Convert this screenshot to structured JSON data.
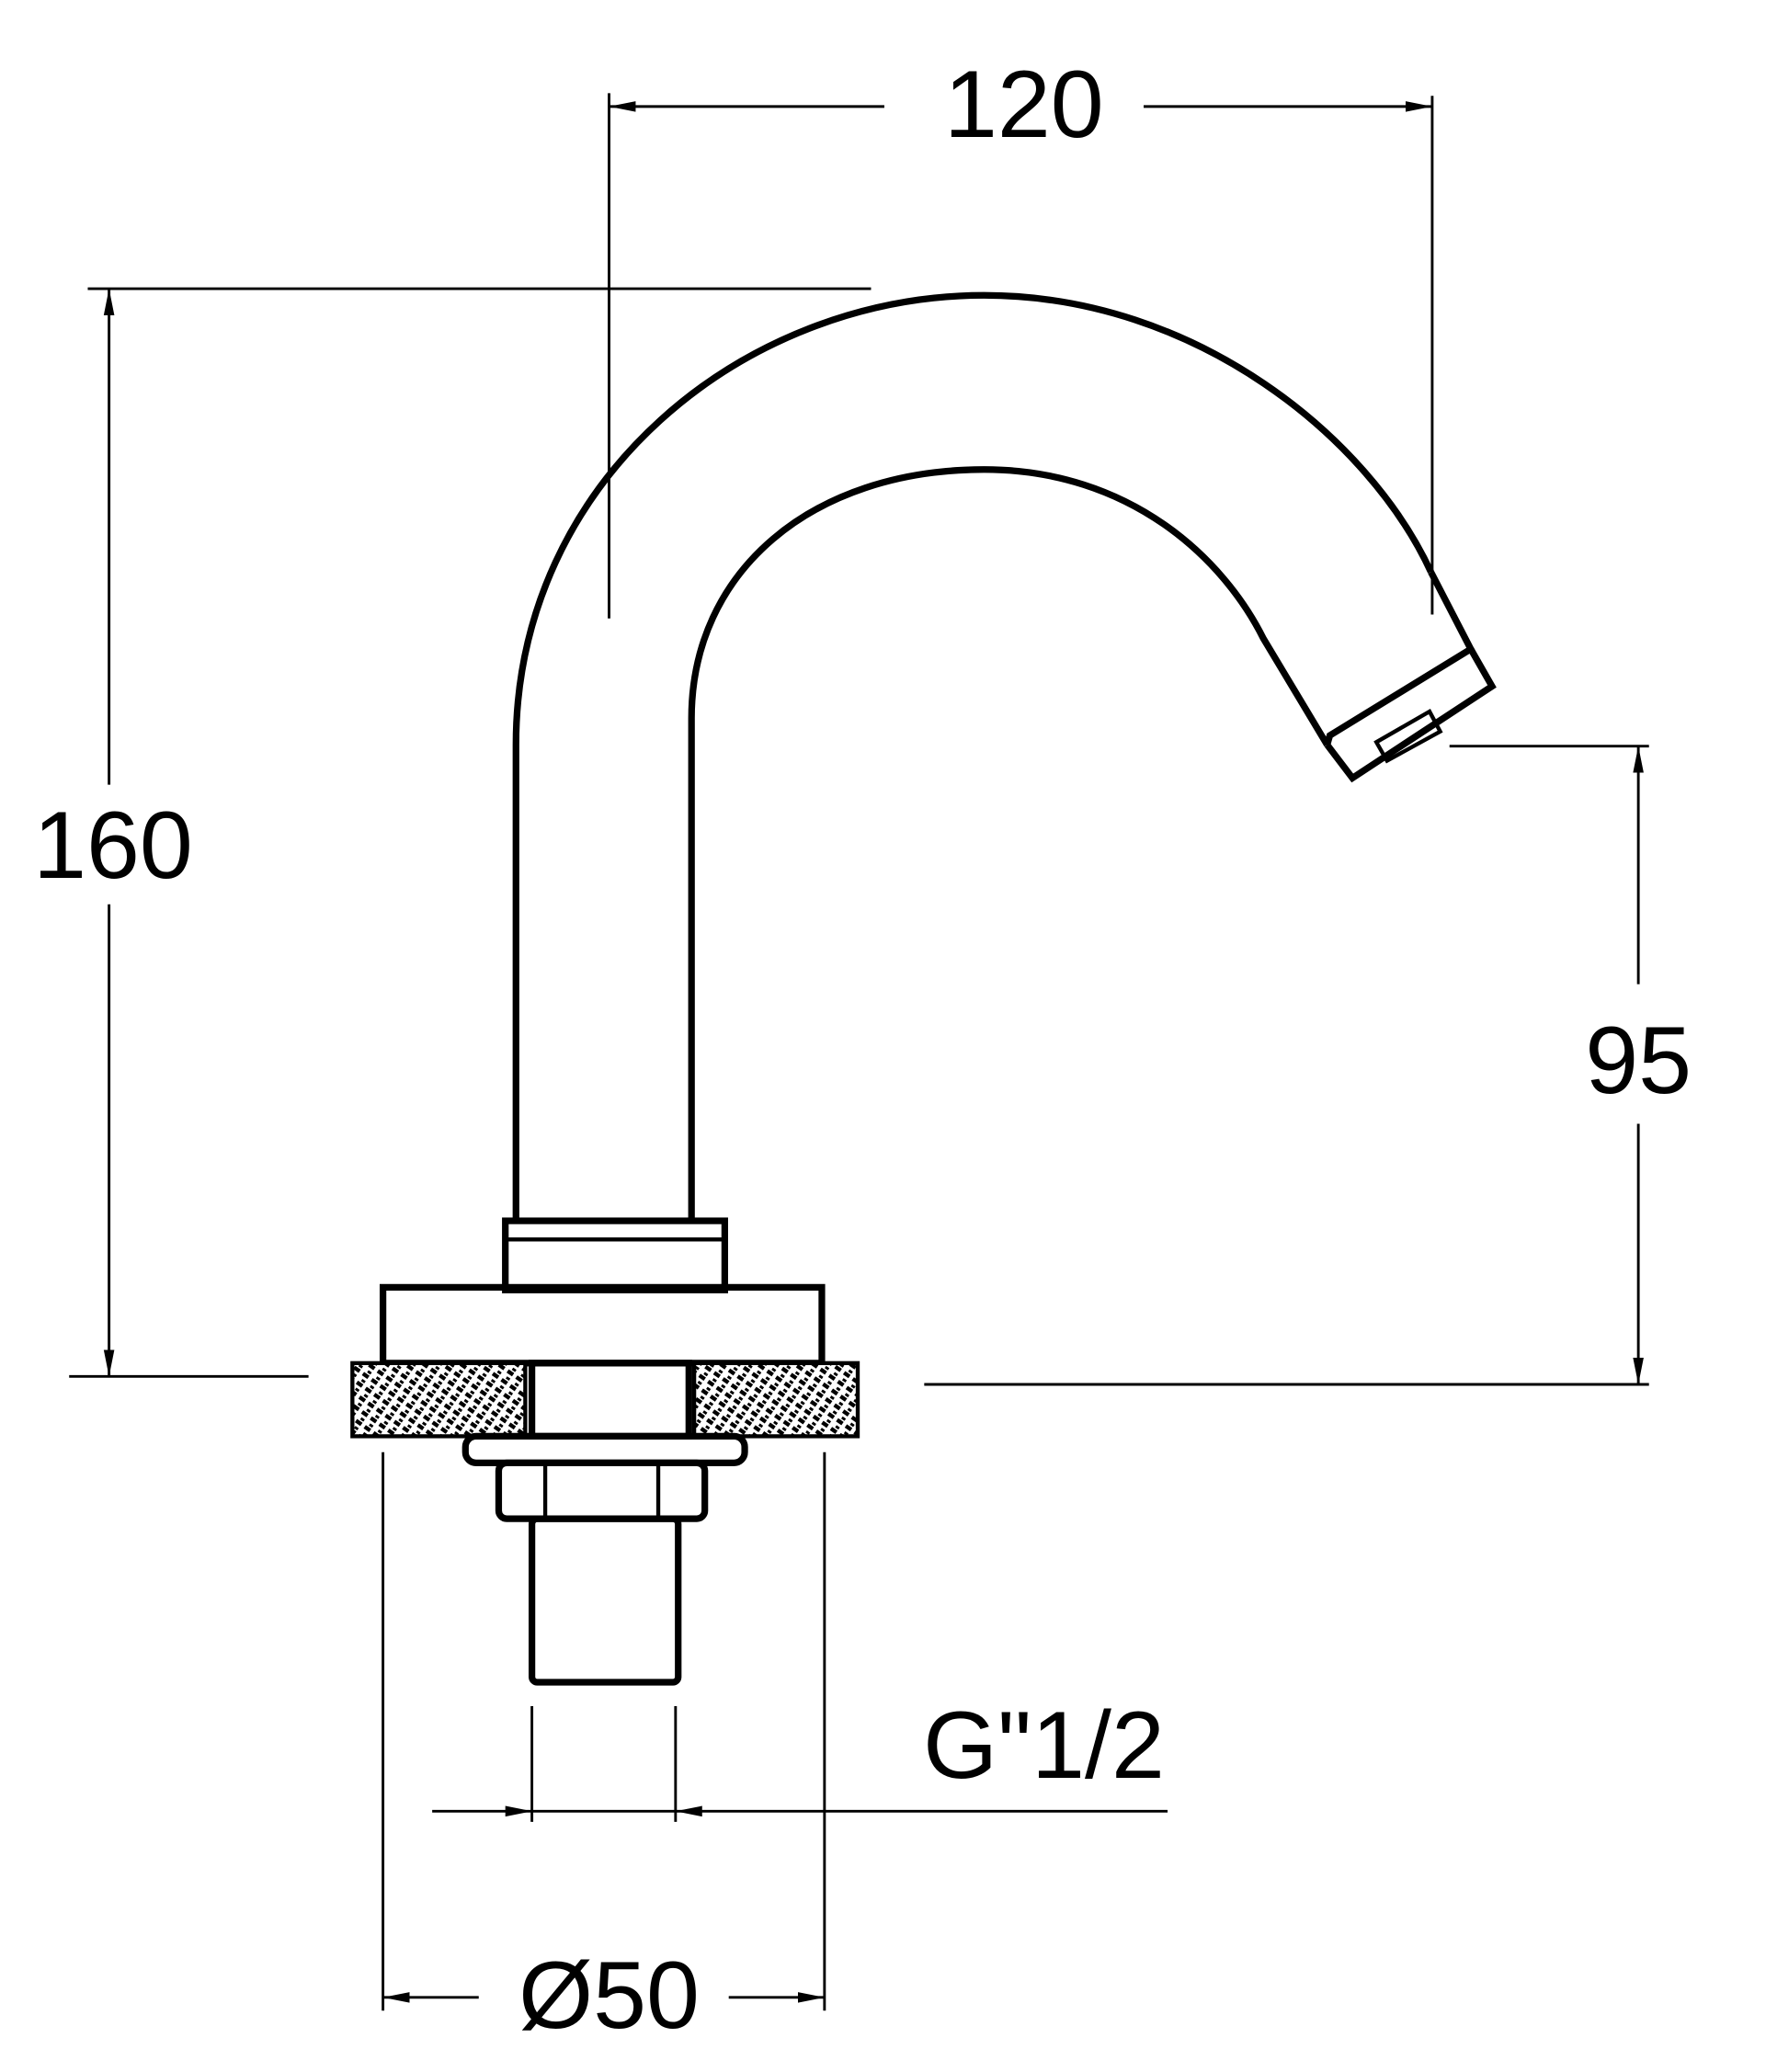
{
  "drawing": {
    "dimensions": {
      "spout_reach": "120",
      "total_height": "160",
      "outlet_height": "95",
      "connection_thread": "G\"1/2",
      "base_diameter": "Ø50"
    },
    "colors": {
      "line": "#000000",
      "background": "#ffffff"
    }
  }
}
